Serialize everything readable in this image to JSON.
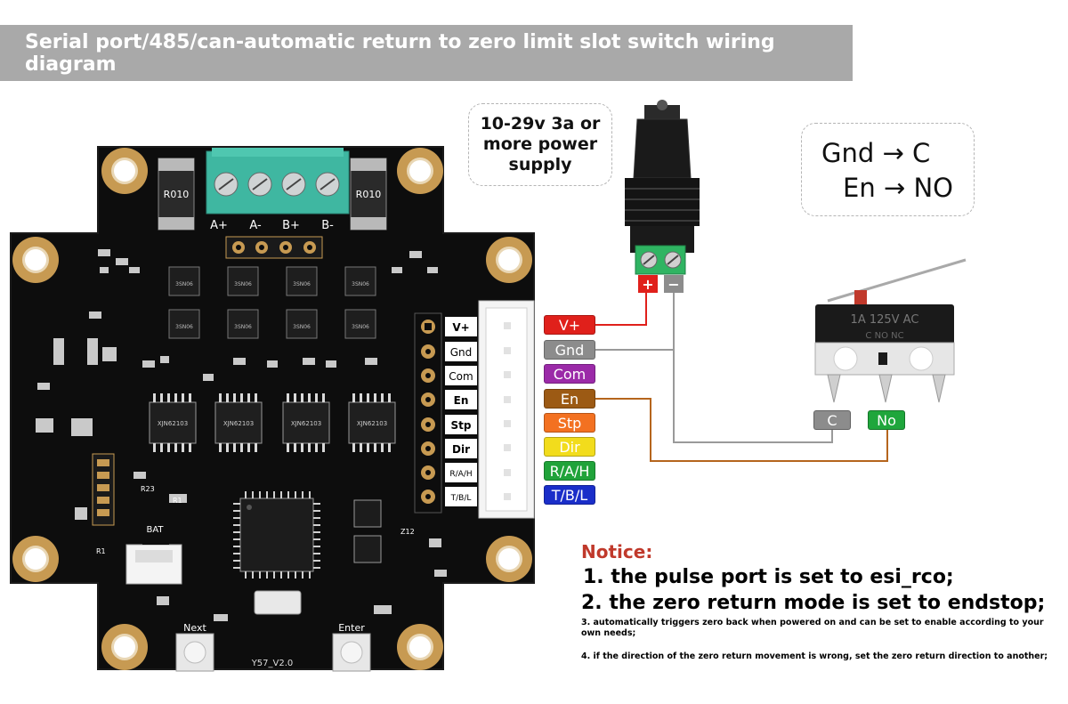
{
  "title": "Serial port/485/can-automatic return to zero limit slot switch wiring diagram",
  "psu_note": "10-29v 3a or more power supply",
  "mapping": {
    "line1_left": "Gnd",
    "arrow": "→",
    "line1_right": "C",
    "line2_left": "En",
    "line2_right": "NO"
  },
  "board": {
    "motor_terminals": [
      "A+",
      "A-",
      "B+",
      "B-"
    ],
    "resistor_label": "R010",
    "header_pins": [
      "V+",
      "Gnd",
      "Com",
      "En",
      "Stp",
      "Dir",
      "R/A/H",
      "T/B/L"
    ],
    "mosfet_label": "3SN06",
    "driver_chip_label": "XJN62103",
    "battery_label": "BAT",
    "button_next": "Next",
    "button_enter": "Enter",
    "version": "Y57_V2.0",
    "r1_label": "R1",
    "r23_label": "R23",
    "z12_label": "Z12"
  },
  "pin_labels": [
    {
      "text": "V+",
      "color": "#e0201b"
    },
    {
      "text": "Gnd",
      "color": "#8c8c8c"
    },
    {
      "text": "Com",
      "color": "#9b2aa8"
    },
    {
      "text": "En",
      "color": "#9c5a14"
    },
    {
      "text": "Stp",
      "color": "#f37121"
    },
    {
      "text": "Dir",
      "color": "#f2dc1c"
    },
    {
      "text": "R/A/H",
      "color": "#20a33a"
    },
    {
      "text": "T/B/L",
      "color": "#1a2ec9"
    }
  ],
  "psu": {
    "plus": "+",
    "minus": "−"
  },
  "switch": {
    "c_label": "C",
    "no_label": "No",
    "body_text": "1A 125V AC",
    "pins_text": "C    NO   NC"
  },
  "wire_colors": {
    "vplus": "#e0201b",
    "gnd": "#9a9a9a",
    "en": "#b5651d"
  },
  "notice": {
    "heading": "Notice:",
    "line1": "1. the pulse port is set to esi_rco;",
    "line2": "2. the zero return mode is set to endstop;",
    "line3": "3. automatically triggers zero back when powered on and can be set to enable according to your own needs;",
    "line4": "4. if the direction of the zero return movement is wrong, set the zero return direction to another;"
  }
}
